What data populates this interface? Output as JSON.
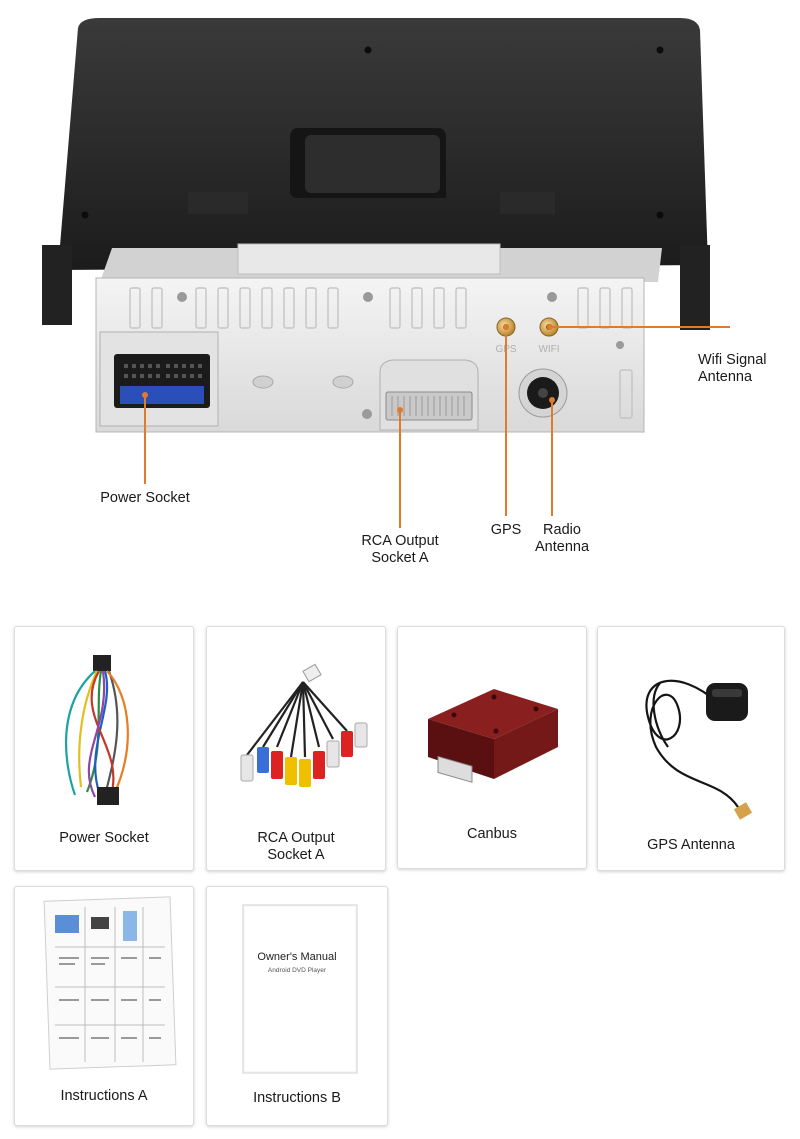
{
  "callouts": {
    "wifi": "Wifi Signal\nAntenna",
    "power": "Power Socket",
    "rca": "RCA Output\nSocket A",
    "gps": "GPS",
    "radio": "Radio\nAntenna"
  },
  "panel_marks": {
    "gps": "GPS",
    "wifi": "WIFI"
  },
  "accessories": [
    {
      "label": "Power Socket",
      "icon": "wiring-harness-icon"
    },
    {
      "label": "RCA Output\nSocket A",
      "icon": "rca-cable-icon"
    },
    {
      "label": "Canbus",
      "icon": "canbus-box-icon"
    },
    {
      "label": "GPS Antenna",
      "icon": "gps-antenna-icon"
    },
    {
      "label": "Instructions A",
      "icon": "instruction-sheet-icon"
    },
    {
      "label": "Instructions B",
      "icon": "manual-booklet-icon"
    }
  ],
  "manual": {
    "title": "Owner's Manual",
    "subtitle": "Android DVD Player"
  },
  "colors": {
    "callout_line": "#e07a2e",
    "chassis": "#eaeaea",
    "housing": "#2a2a2a"
  }
}
